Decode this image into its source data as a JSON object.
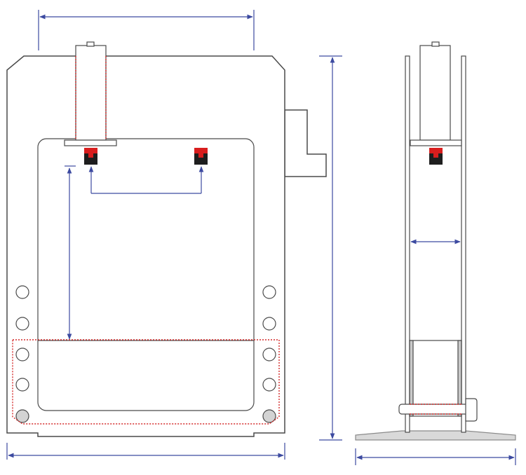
{
  "diagram": {
    "front_view": {
      "frame_holes_per_side": 5,
      "bottom_filled_holes": 2
    },
    "side_view": {
      "uprights": 2
    },
    "colors": {
      "outline": "#4a4a4a",
      "dimension": "#3c4aa0",
      "hidden_line": "#d42a2a",
      "jaw": "#1e1e1e",
      "jaw_highlight": "#d81e1e",
      "floor": "#d9d9d9"
    }
  }
}
